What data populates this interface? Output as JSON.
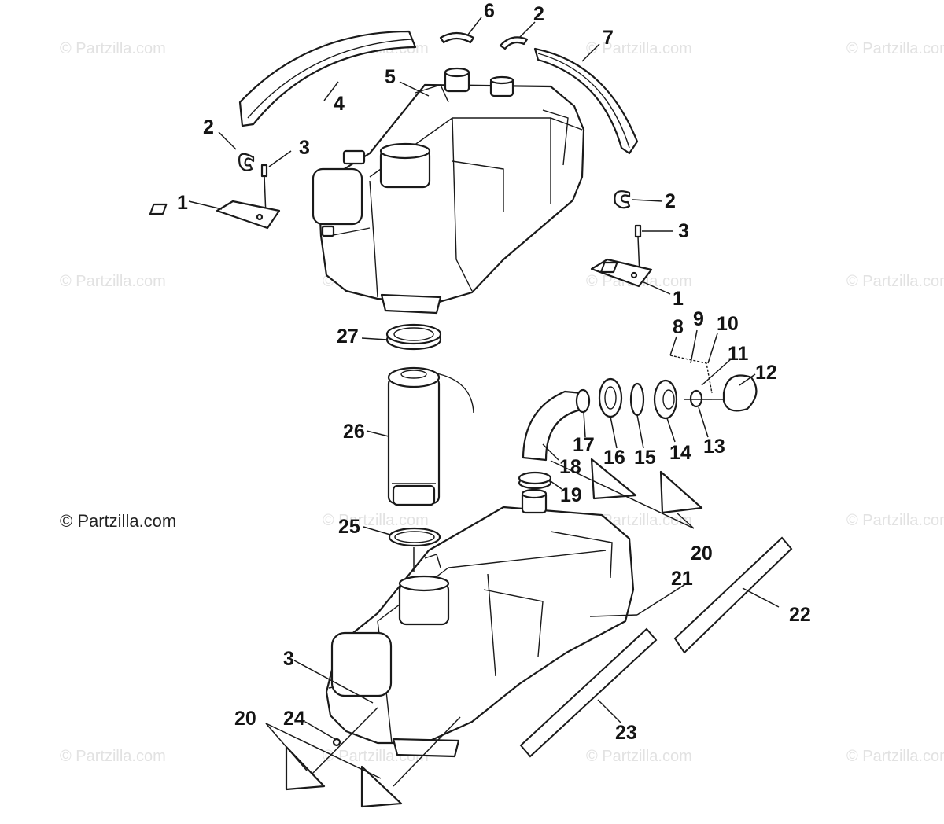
{
  "watermarks": {
    "text": "© Partzilla.com"
  },
  "copyright": "© Partzilla.com",
  "callouts": {
    "c1a": "1",
    "c1b": "1",
    "c2a": "2",
    "c2b": "2",
    "c2c": "2",
    "c3a": "3",
    "c3b": "3",
    "c3c": "3",
    "c4": "4",
    "c5": "5",
    "c6": "6",
    "c7": "7",
    "c8": "8",
    "c9": "9",
    "c10": "10",
    "c11": "11",
    "c12": "12",
    "c13": "13",
    "c14": "14",
    "c15": "15",
    "c16": "16",
    "c17": "17",
    "c18": "18",
    "c19": "19",
    "c20a": "20",
    "c20b": "20",
    "c21": "21",
    "c22": "22",
    "c23": "23",
    "c24": "24",
    "c25": "25",
    "c26": "26",
    "c27": "27"
  },
  "colors": {
    "ink": "#1a1a1a",
    "watermark": "#e2e2e2",
    "background": "#ffffff"
  }
}
